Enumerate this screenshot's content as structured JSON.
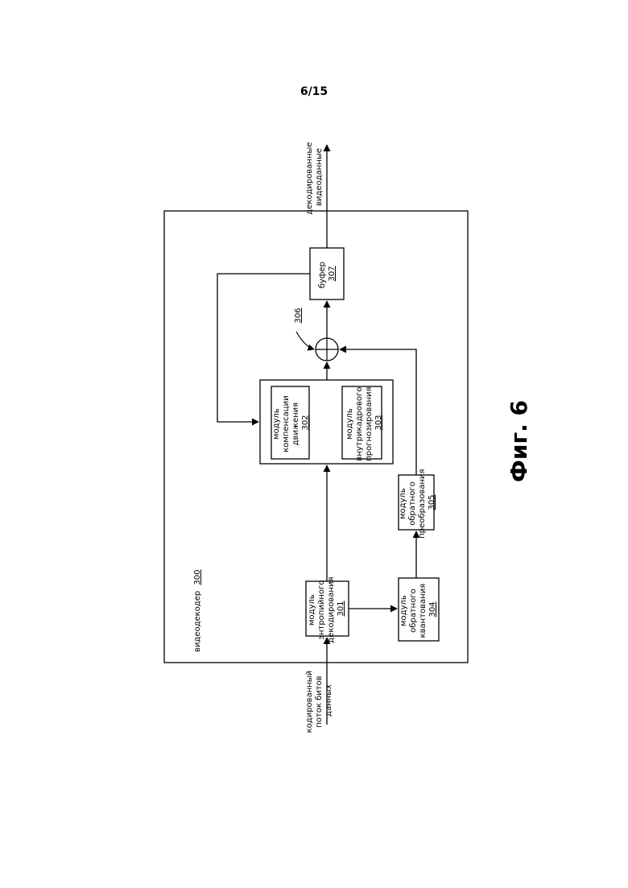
{
  "page_number": "6/15",
  "figure_caption": "Фиг. 6",
  "input_label": [
    "кодированный",
    "поток битов",
    "данных"
  ],
  "output_label": [
    "декодированные",
    "видеоданные"
  ],
  "decoder": {
    "label": "видеодекодер",
    "number": "300"
  },
  "blocks": {
    "entropy": {
      "lines": [
        "модуль",
        "энтропийного",
        "декодирования"
      ],
      "number": "301"
    },
    "motion": {
      "lines": [
        "модуль",
        "компенсации",
        "движения"
      ],
      "number": "302"
    },
    "intra": {
      "lines": [
        "модуль",
        "внутрикадрового",
        "прогнозирования"
      ],
      "number": "303"
    },
    "quant": {
      "lines": [
        "модуль",
        "обратного",
        "квантования"
      ],
      "number": "304"
    },
    "transform": {
      "lines": [
        "модуль",
        "обратного",
        "преобразования"
      ],
      "number": "305"
    },
    "summer": {
      "number": "306"
    },
    "buffer": {
      "lines": [
        "буфер"
      ],
      "number": "307"
    }
  }
}
